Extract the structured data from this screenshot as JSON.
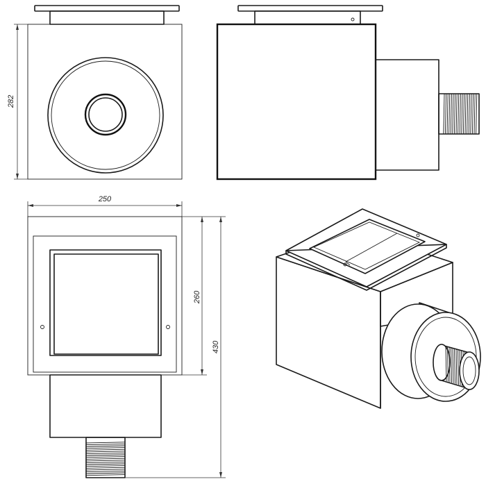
{
  "dimensions": {
    "front_height": "282",
    "top_width": "250",
    "top_depth_inner": "260",
    "top_depth_total": "430"
  },
  "views": {
    "front": "front-view",
    "side": "side-view",
    "top": "top-view",
    "iso": "isometric-view"
  }
}
